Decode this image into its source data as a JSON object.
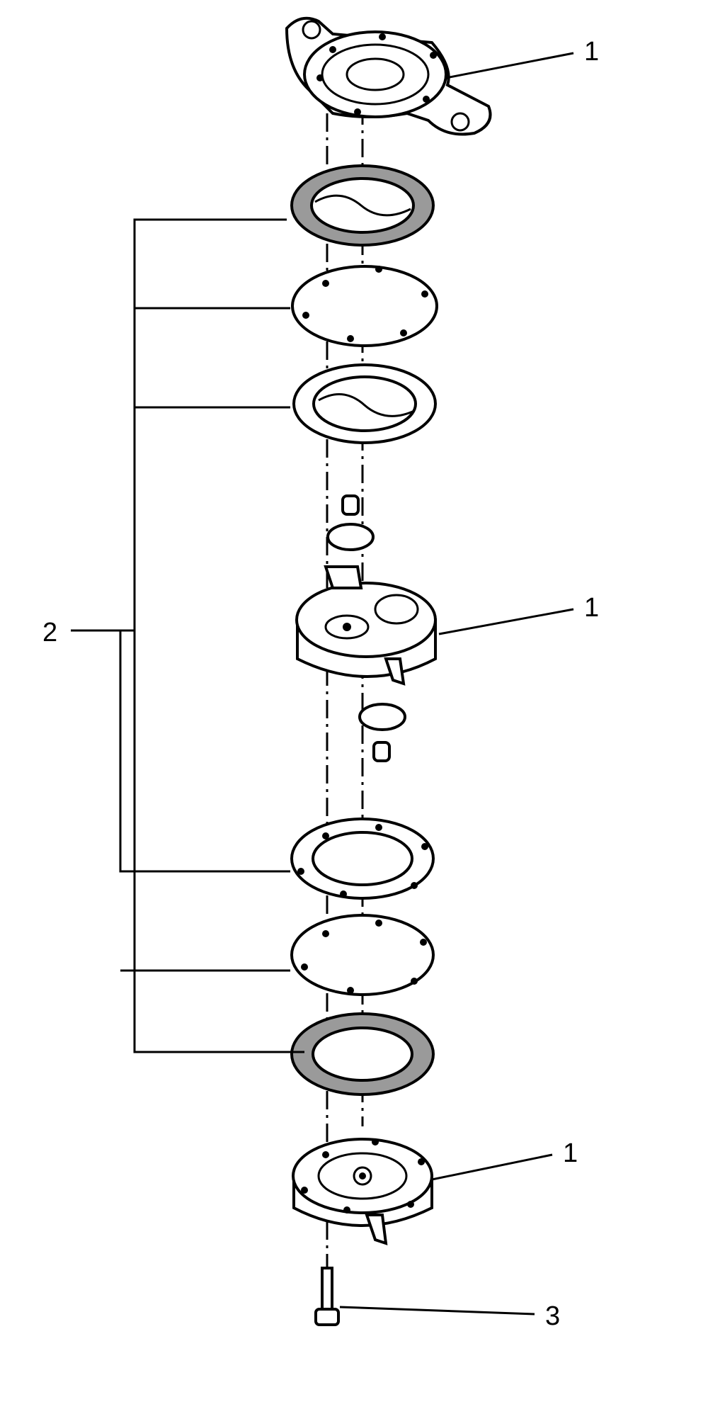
{
  "figure": {
    "callouts": {
      "top_housing": "1",
      "gasket_group": "2",
      "middle_body": "1",
      "bottom_cover": "1",
      "screw": "3"
    }
  }
}
